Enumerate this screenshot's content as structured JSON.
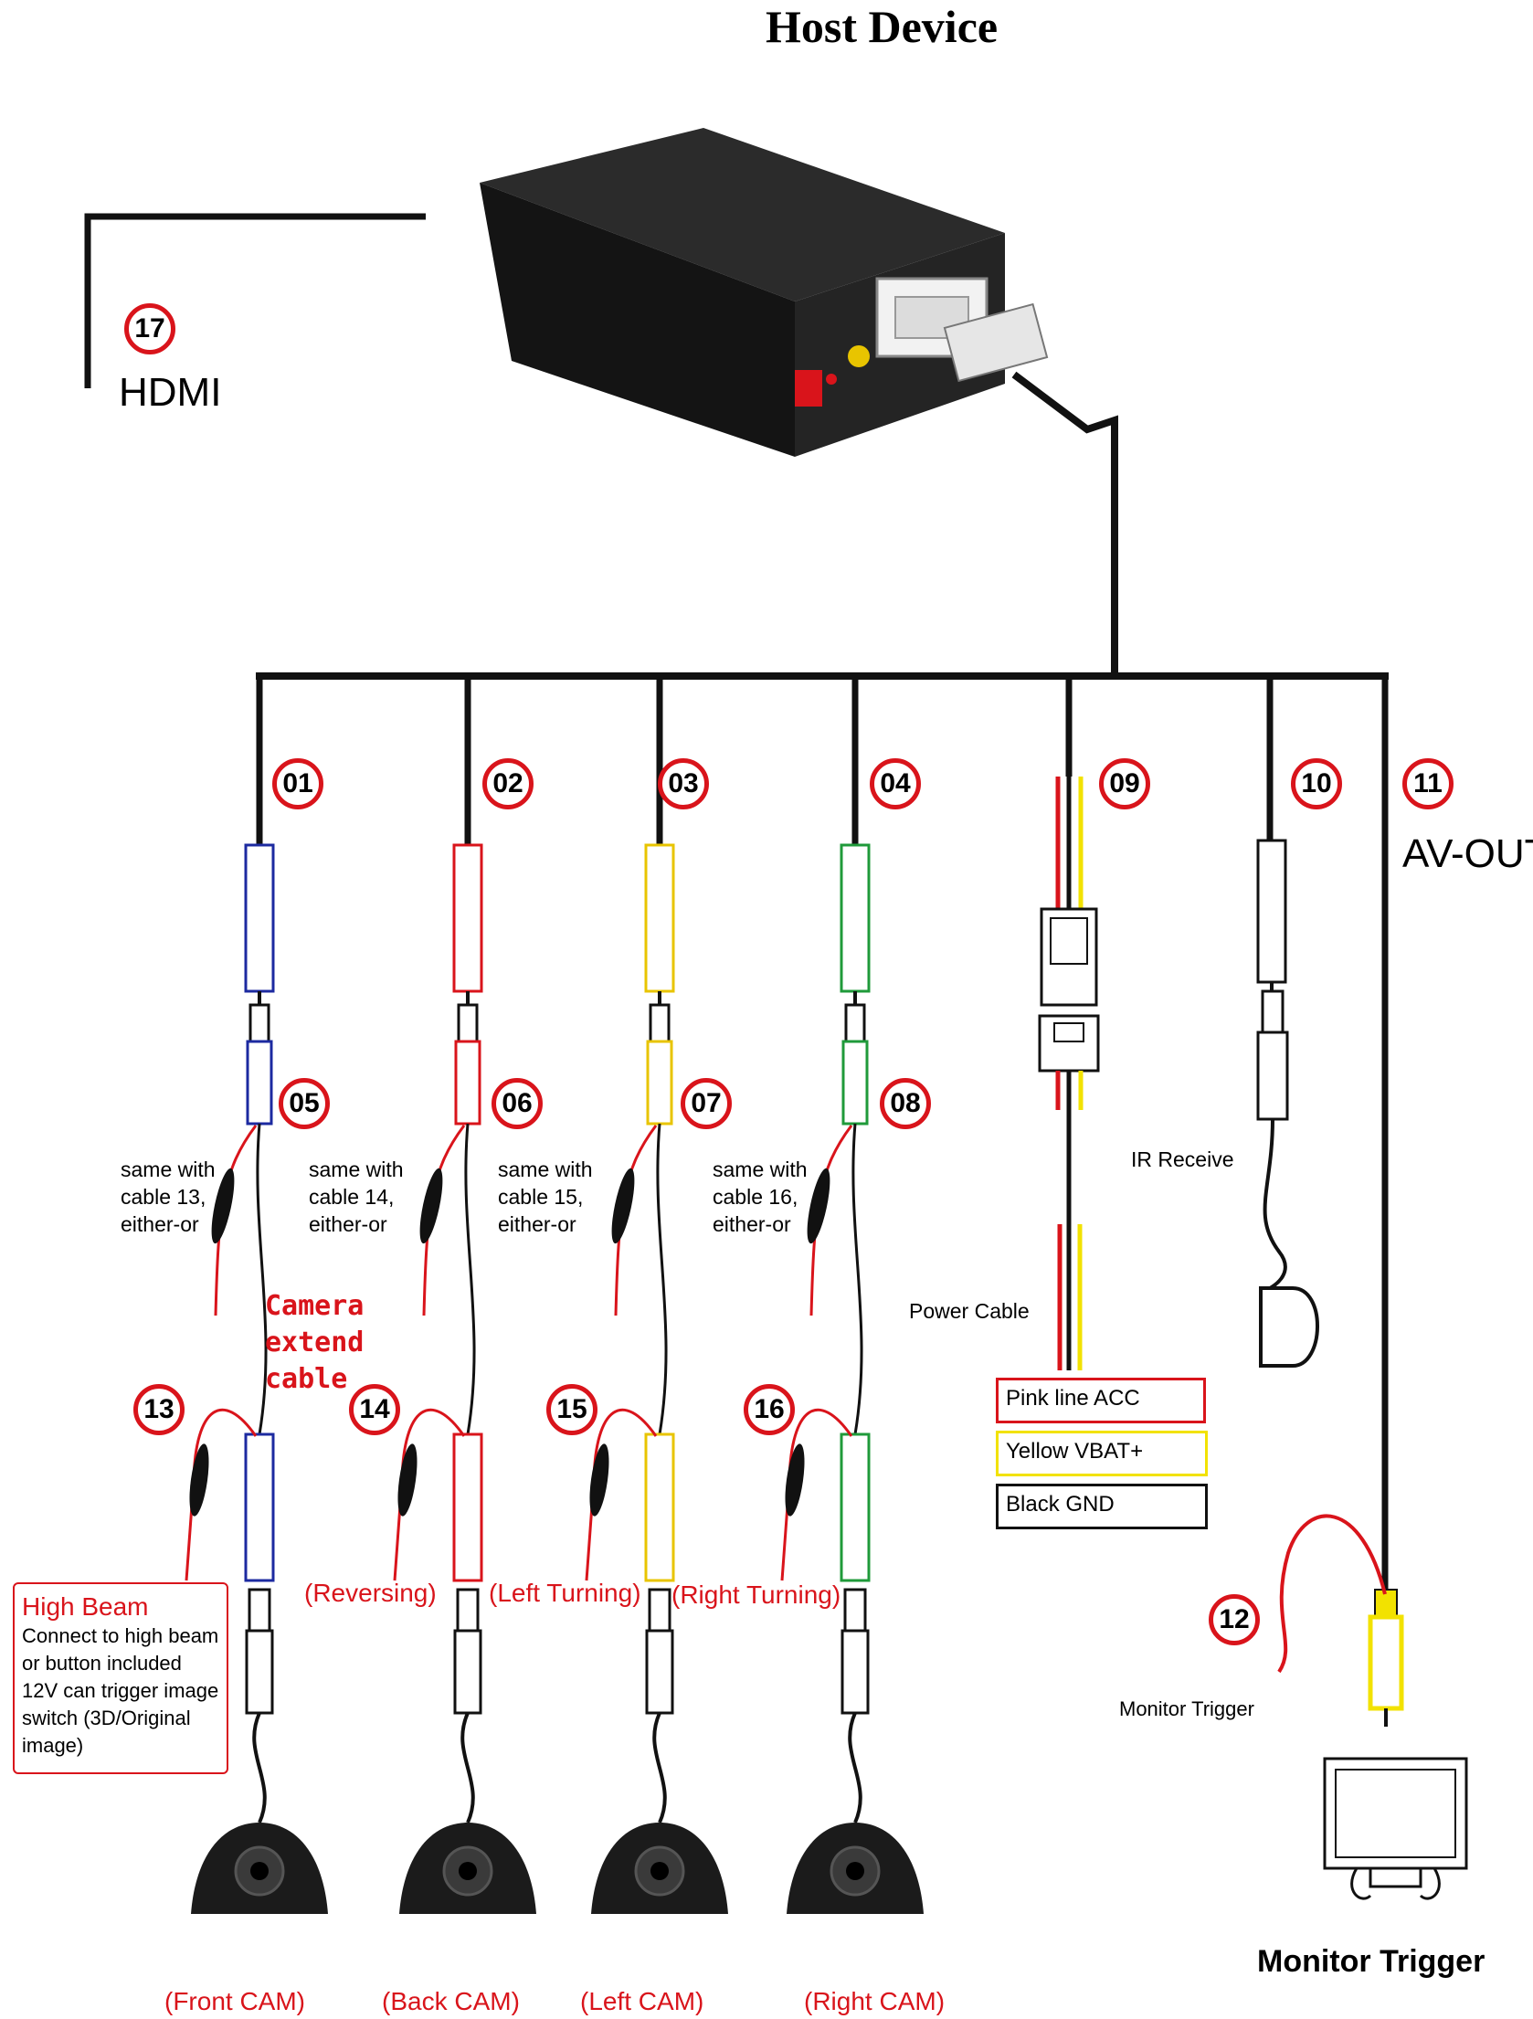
{
  "title": "Host Device",
  "hdmi": {
    "number": "17",
    "label": "HDMI"
  },
  "av_out": {
    "number": "11",
    "label": "AV-OUT"
  },
  "camera_channels": [
    {
      "cable_number": "01",
      "extension_number": "05",
      "trigger_number": "13",
      "note": "same with cable 13, either-or",
      "trigger_label": "",
      "camera_label": "(Front CAM)",
      "color": "#1c2aa0"
    },
    {
      "cable_number": "02",
      "extension_number": "06",
      "trigger_number": "14",
      "note": "same with cable 14, either-or",
      "trigger_label": "(Reversing)",
      "camera_label": "(Back CAM)",
      "color": "#d9141b"
    },
    {
      "cable_number": "03",
      "extension_number": "07",
      "trigger_number": "15",
      "note": "same with cable 15, either-or",
      "trigger_label": "(Left Turning)",
      "camera_label": "(Left CAM)",
      "color": "#e8c400"
    },
    {
      "cable_number": "04",
      "extension_number": "08",
      "trigger_number": "16",
      "note": "same with cable 16, either-or",
      "trigger_label": "(Right Turning)",
      "camera_label": "(Right CAM)",
      "color": "#1f9a3a"
    }
  ],
  "camera_extend_label": "Camera extend cable",
  "high_beam": {
    "title": "High Beam",
    "text": "Connect to high beam or button included 12V can trigger image switch (3D/Original image)"
  },
  "power": {
    "number": "09",
    "label": "Power Cable",
    "lines": [
      {
        "text": "Pink line ACC",
        "color": "#d9141b"
      },
      {
        "text": "Yellow VBAT+",
        "color": "#f2e200"
      },
      {
        "text": "Black GND",
        "color": "#000000"
      }
    ]
  },
  "ir": {
    "number": "10",
    "label": "IR Receive"
  },
  "monitor_trigger": {
    "number": "12",
    "wire_label": "Monitor Trigger",
    "title": "Monitor Trigger"
  }
}
